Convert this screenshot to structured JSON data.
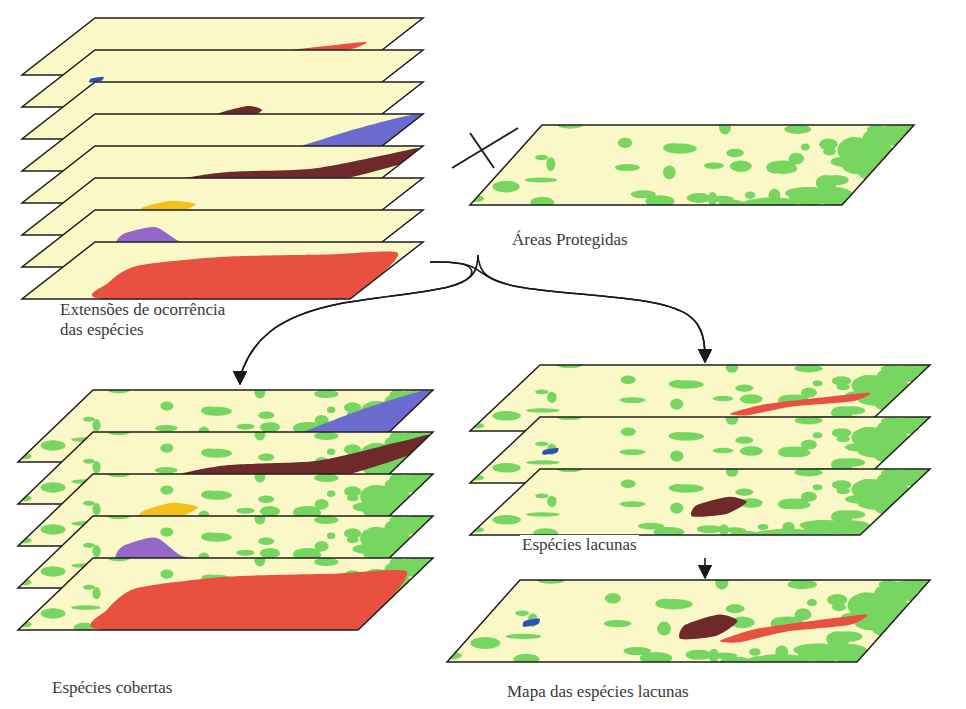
{
  "diagram": {
    "nodes": [
      {
        "text": [
          "Extensões de ocorrência das espécies"
        ]
      },
      {
        "text": [
          "Áreas Protegidas"
        ]
      },
      {
        "text": [
          "Espécies cobertas"
        ]
      },
      {
        "text": [
          "Espécies lacunas"
        ]
      },
      {
        "text": [
          "Mapa das espécies lacunas"
        ]
      }
    ],
    "edges": [
      {
        "from": 0,
        "to": 2,
        "arrow": "to"
      },
      {
        "from": 0,
        "to": 3,
        "arrow": "to"
      },
      {
        "from": 1,
        "to": 2,
        "arrow": "to"
      },
      {
        "from": 1,
        "to": 3,
        "arrow": "to"
      },
      {
        "from": 3,
        "to": 4,
        "arrow": "to"
      }
    ]
  }
}
